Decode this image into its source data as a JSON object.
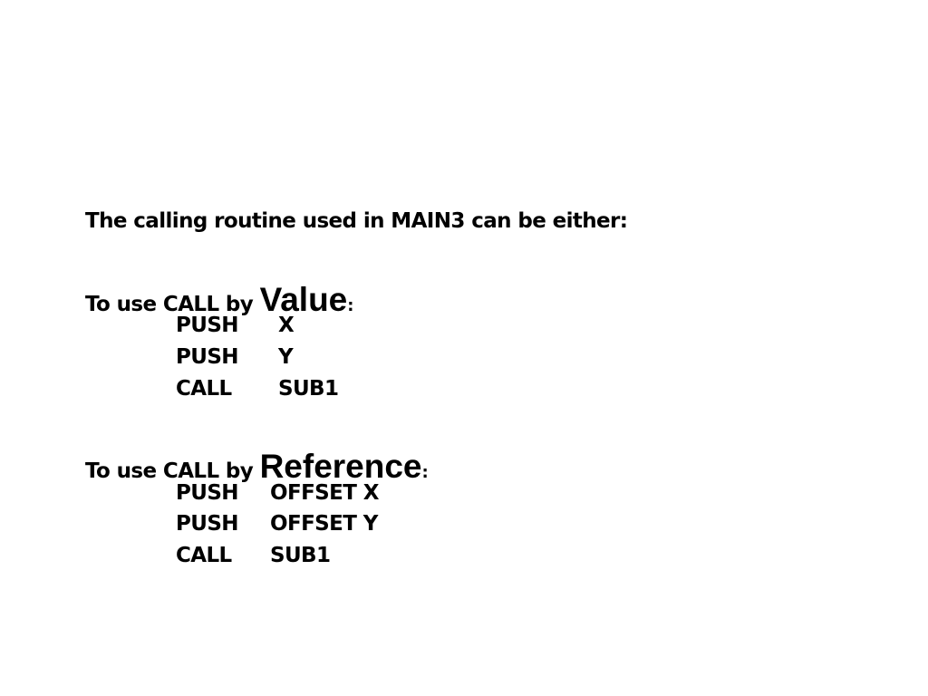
{
  "intro": "The calling routine used in MAIN3 can be either:",
  "by_value": {
    "prefix": "To use CALL by ",
    "keyword": "Value",
    "colon": ":",
    "code": [
      {
        "op": "PUSH",
        "arg": "X"
      },
      {
        "op": "PUSH",
        "arg": "Y"
      },
      {
        "op": "CALL",
        "arg": "SUB1"
      }
    ]
  },
  "by_reference": {
    "prefix": "To use CALL by ",
    "keyword": "Reference",
    "colon": ":",
    "code": [
      {
        "op": "PUSH",
        "arg": "OFFSET X"
      },
      {
        "op": "PUSH",
        "arg": "OFFSET Y"
      },
      {
        "op": "CALL",
        "arg": "SUB1"
      }
    ]
  }
}
